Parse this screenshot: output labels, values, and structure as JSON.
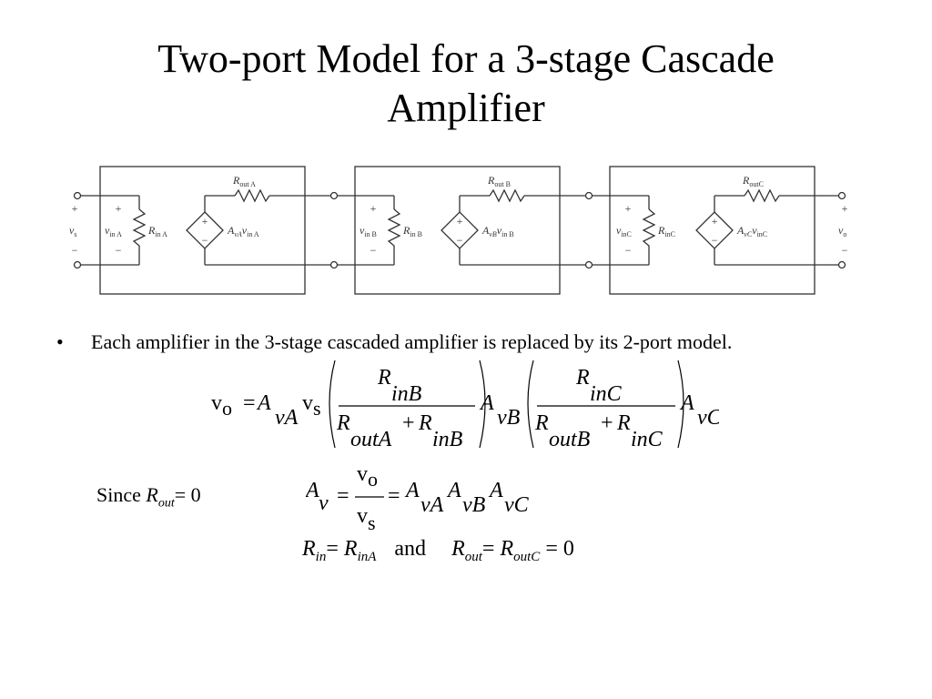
{
  "slide": {
    "title_line1": "Two-port Model for a 3-stage Cascade",
    "title_line2": "Amplifier",
    "bullet": "•",
    "bullet_text": "Each amplifier in the 3-stage cascaded amplifier is replaced by its 2-port model."
  },
  "circuit": {
    "stage_a": {
      "rout": "R",
      "rout_sub": "out A",
      "vin": "v",
      "vin_sub": "in A",
      "rin": "R",
      "rin_sub": "in A",
      "gain": "A",
      "gain_sub": "vA",
      "gain_v": "v",
      "gain_v_sub": "in A"
    },
    "stage_b": {
      "rout": "R",
      "rout_sub": "out B",
      "vin": "v",
      "vin_sub": "in B",
      "rin": "R",
      "rin_sub": "in B",
      "gain": "A",
      "gain_sub": "vB",
      "gain_v": "v",
      "gain_v_sub": "in B"
    },
    "stage_c": {
      "rout": "R",
      "rout_sub": "outC",
      "vin": "v",
      "vin_sub": "inC",
      "rin": "R",
      "rin_sub": "inC",
      "gain": "A",
      "gain_sub": "vC",
      "gain_v": "v",
      "gain_v_sub": "inC"
    },
    "source": {
      "label": "v",
      "sub": "s"
    },
    "output": {
      "label": "v",
      "sub": "o"
    },
    "plus": "+",
    "minus": "−"
  },
  "eq1": {
    "vo": "v",
    "vo_sub": "o",
    "equals": "=",
    "A": "A",
    "vA_sub": "vA",
    "vs": "v",
    "vs_sub": "s",
    "frac1_num_R": "R",
    "frac1_num_sub": "inB",
    "frac1_den_R1": "R",
    "frac1_den_sub1": "outA",
    "plus": "+",
    "frac1_den_R2": "R",
    "frac1_den_sub2": "inB",
    "A_mid": "A",
    "vB_sub": "vB",
    "frac2_num_R": "R",
    "frac2_num_sub": "inC",
    "frac2_den_R1": "R",
    "frac2_den_sub1": "outB",
    "frac2_den_R2": "R",
    "frac2_den_sub2": "inC",
    "A_end": "A",
    "vC_sub": "vC"
  },
  "since": {
    "word": "Since ",
    "R": "R",
    "sub": "out",
    "rest": "= 0"
  },
  "eq2": {
    "A": "A",
    "v_sub": "v",
    "equals": "=",
    "num": "v",
    "num_sub": "o",
    "den": "v",
    "den_sub": "s",
    "A1": "A",
    "A1_sub": "vA",
    "A2": "A",
    "A2_sub": "vB",
    "A3": "A",
    "A3_sub": "vC"
  },
  "eq3": {
    "R1": "R",
    "R1_sub": "in",
    "eq1": "= ",
    "R2": "R",
    "R2_sub": "inA",
    "and": "and",
    "R3": "R",
    "R3_sub": "out",
    "eq2": "= ",
    "R4": "R",
    "R4_sub": "outC",
    "tail": " = 0"
  }
}
